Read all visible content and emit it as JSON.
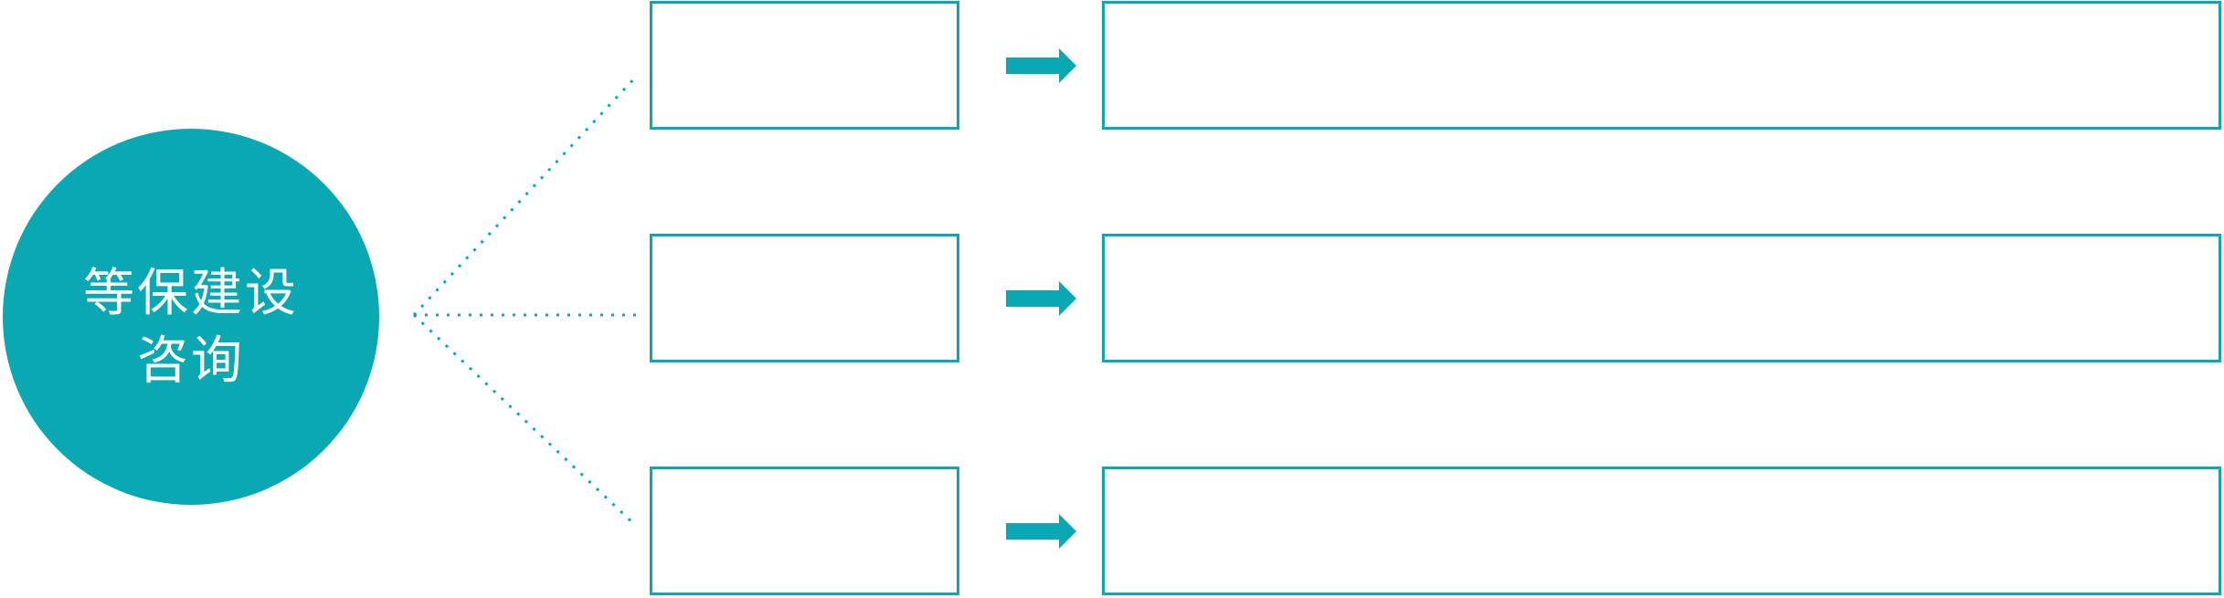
{
  "colors": {
    "accent": "#0aa8b2",
    "background": "#ffffff",
    "circle_text": "#ffffff"
  },
  "root": {
    "label": "等保建设咨询",
    "label_line1": "等保建设",
    "label_line2": "咨询"
  },
  "rows": [
    {
      "category": "",
      "description": ""
    },
    {
      "category": "",
      "description": ""
    },
    {
      "category": "",
      "description": ""
    }
  ],
  "icons": {
    "arrow_right": "solid right-pointing block arrow",
    "connector": "dotted line ray"
  }
}
